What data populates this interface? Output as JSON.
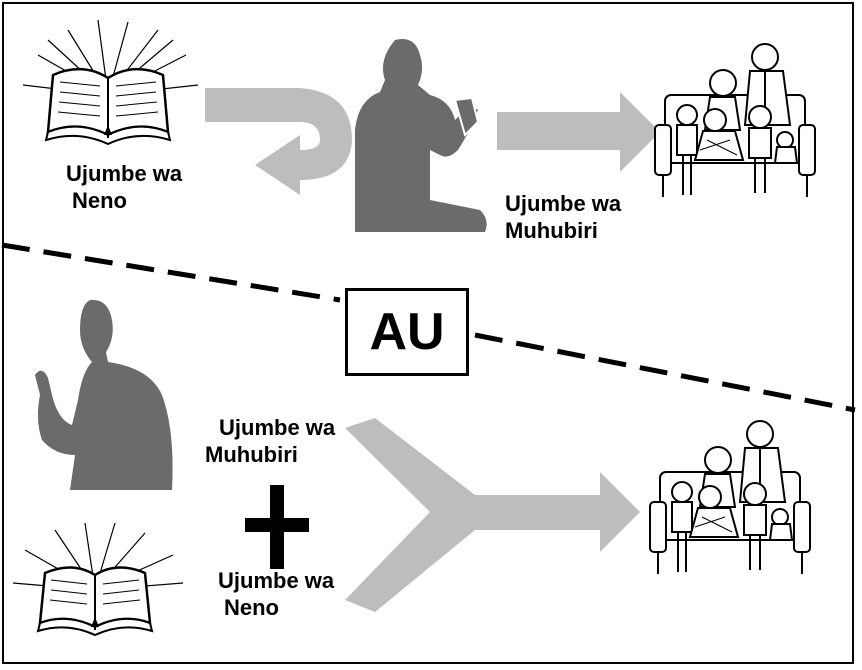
{
  "top": {
    "word_message": [
      "Ujumbe wa",
      "Neno"
    ],
    "preacher_message": [
      "Ujumbe wa",
      "Muhubiri"
    ]
  },
  "separator": {
    "text": "AU"
  },
  "bottom": {
    "preacher_message": [
      "Ujumbe wa",
      "Muhubiri"
    ],
    "plus_symbol": "+",
    "word_message": [
      "Ujumbe wa",
      "Neno"
    ]
  },
  "colors": {
    "arrow": "#bdbdbd",
    "silhouette": "#6b6b6b",
    "line": "#000000",
    "background": "#ffffff"
  },
  "icons": [
    "open-bible-icon",
    "preacher-reading-silhouette",
    "family-on-couch-icon",
    "preacher-gesturing-silhouette",
    "plus-icon"
  ]
}
